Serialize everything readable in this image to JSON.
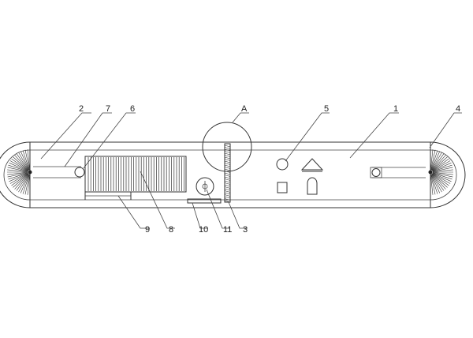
{
  "labels": {
    "l1": "1",
    "l2": "2",
    "l3": "3",
    "l4": "4",
    "l5": "5",
    "l6": "6",
    "l7": "7",
    "l8": "8",
    "l9": "9",
    "l10": "10",
    "l11": "11",
    "lA": "A"
  }
}
